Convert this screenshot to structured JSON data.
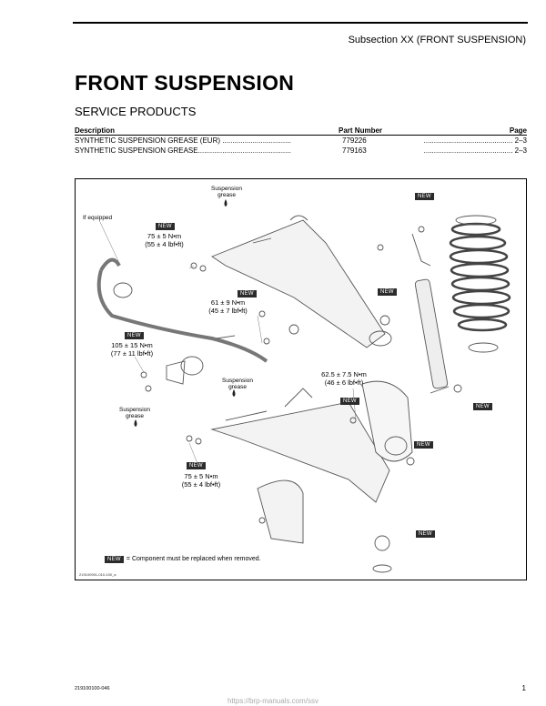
{
  "header": {
    "subsection": "Subsection XX (FRONT SUSPENSION)"
  },
  "title": "FRONT SUSPENSION",
  "section_heading": "SERVICE PRODUCTS",
  "products_table": {
    "headers": {
      "description": "Description",
      "part_number": "Part Number",
      "page": "Page"
    },
    "rows": [
      {
        "description": "SYNTHETIC SUSPENSION GREASE (EUR) ..................................",
        "part_number": "779226",
        "page": "............................................ 2–3"
      },
      {
        "description": "SYNTHETIC SUSPENSION GREASE..............................................",
        "part_number": "779163",
        "page": "............................................ 2–3"
      }
    ]
  },
  "figure": {
    "labels": {
      "grease_top": "Suspension\ngrease",
      "if_equipped": "If equipped",
      "torque_75a": "75 ± 5 N•m\n(55 ± 4 lbf•ft)",
      "torque_61": "61 ± 9 N•m\n(45 ± 7 lbf•ft)",
      "torque_105": "105 ± 15 N•m\n(77 ± 11 lbf•ft)",
      "grease_mid": "Suspension\ngrease",
      "grease_left": "Suspension\ngrease",
      "torque_62": "62.5 ± 7.5 N•m\n(46 ± 6 lbf•ft)",
      "torque_75b": "75 ± 5 N•m\n(55 ± 4 lbf•ft)"
    },
    "new_tag": "NEW",
    "legend_text": "= Component must be replaced when removed.",
    "figure_id": "219100901-010-100_a"
  },
  "footer": {
    "doc_id": "219100100-046",
    "page_number": "1",
    "url": "https://brp-manuals.com/ssv"
  }
}
